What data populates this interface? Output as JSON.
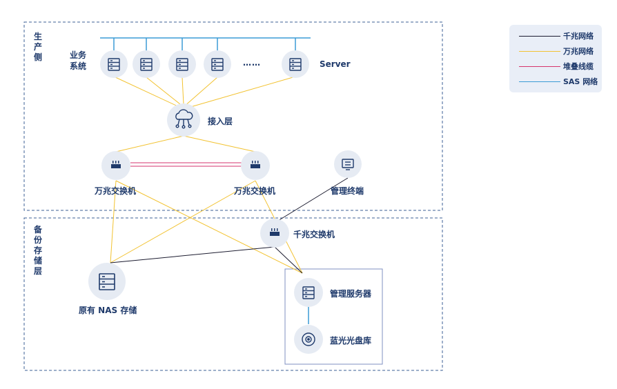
{
  "zones": {
    "production": "生产侧",
    "backup": "备份存储层"
  },
  "labels": {
    "business_system": "业务系统",
    "server": "Server",
    "dots": "……",
    "access_layer": "接入层",
    "switch_10g_left": "万兆交换机",
    "switch_10g_right": "万兆交换机",
    "mgmt_terminal": "管理终端",
    "switch_1g": "千兆交换机",
    "nas": "原有 NAS 存储",
    "mgmt_server": "管理服务器",
    "bluray_library": "蓝光光盘库"
  },
  "legend": [
    {
      "label": "千兆网络",
      "color": "#1a1a2e"
    },
    {
      "label": "万兆网络",
      "color": "#f2c230"
    },
    {
      "label": "堆叠线缆",
      "color": "#d6336c"
    },
    {
      "label": "SAS 网络",
      "color": "#3a9bd5"
    }
  ],
  "colors": {
    "dash_border": "#3b5f95",
    "node_bg": "#e6ebf3",
    "icon": "#1f3a6b",
    "gigabit": "#1a1a2e",
    "ten_gigabit": "#f2c230",
    "stack": "#d6336c",
    "sas": "#3a9bd5",
    "box_border": "#7f8fc0"
  }
}
